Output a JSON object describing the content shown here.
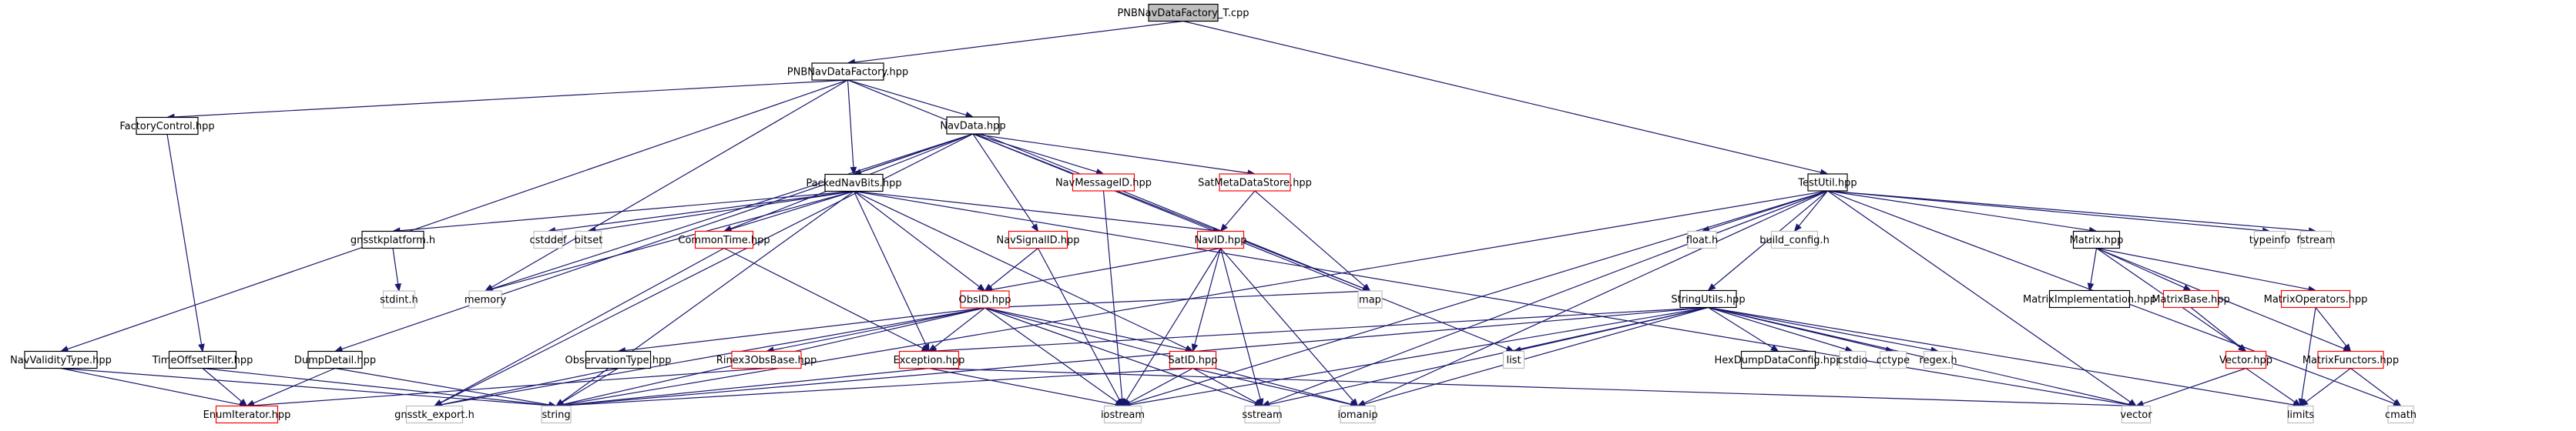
{
  "diagram": {
    "colors": {
      "edge": "#191970",
      "linked": "#000000",
      "red": "#ff0000",
      "system": "#bfbfbf",
      "root_fill": "#bfbfbf",
      "text": "#000000",
      "system_text": "#000000"
    },
    "nodes": [
      {
        "id": "root",
        "label": "PNBNavDataFactory_T.cpp",
        "style": "root"
      },
      {
        "id": "pnbf",
        "label": "PNBNavDataFactory.hpp",
        "style": "linked"
      },
      {
        "id": "testutil",
        "label": "TestUtil.hpp",
        "style": "linked"
      },
      {
        "id": "factctl",
        "label": "FactoryControl.hpp",
        "style": "linked"
      },
      {
        "id": "navdata",
        "label": "NavData.hpp",
        "style": "linked"
      },
      {
        "id": "packed",
        "label": "PackedNavBits.hpp",
        "style": "linked"
      },
      {
        "id": "navmsgid",
        "label": "NavMessageID.hpp",
        "style": "red"
      },
      {
        "id": "satmeta",
        "label": "SatMetaDataStore.hpp",
        "style": "red"
      },
      {
        "id": "gnssplat",
        "label": "gnsstkplatform.h",
        "style": "linked"
      },
      {
        "id": "cstddef",
        "label": "cstddef",
        "style": "system"
      },
      {
        "id": "bitset",
        "label": "bitset",
        "style": "system"
      },
      {
        "id": "commontime",
        "label": "CommonTime.hpp",
        "style": "red"
      },
      {
        "id": "navsignalid",
        "label": "NavSignalID.hpp",
        "style": "red"
      },
      {
        "id": "navid",
        "label": "NavID.hpp",
        "style": "red"
      },
      {
        "id": "stdint",
        "label": "stdint.h",
        "style": "system"
      },
      {
        "id": "memory",
        "label": "memory",
        "style": "system"
      },
      {
        "id": "obsid",
        "label": "ObsID.hpp",
        "style": "red"
      },
      {
        "id": "map",
        "label": "map",
        "style": "system"
      },
      {
        "id": "navvalidity",
        "label": "NavValidityType.hpp",
        "style": "linked"
      },
      {
        "id": "timeoffset",
        "label": "TimeOffsetFilter.hpp",
        "style": "linked"
      },
      {
        "id": "dumpdetail",
        "label": "DumpDetail.hpp",
        "style": "linked"
      },
      {
        "id": "obstype",
        "label": "ObservationType.hpp",
        "style": "linked"
      },
      {
        "id": "rinex",
        "label": "Rinex3ObsBase.hpp",
        "style": "red"
      },
      {
        "id": "exception",
        "label": "Exception.hpp",
        "style": "red"
      },
      {
        "id": "satid",
        "label": "SatID.hpp",
        "style": "red"
      },
      {
        "id": "enumit",
        "label": "EnumIterator.hpp",
        "style": "red"
      },
      {
        "id": "gnsstkexport",
        "label": "gnsstk_export.h",
        "style": "system"
      },
      {
        "id": "string",
        "label": "string",
        "style": "system"
      },
      {
        "id": "iostream",
        "label": "iostream",
        "style": "system"
      },
      {
        "id": "sstream",
        "label": "sstream",
        "style": "system"
      },
      {
        "id": "iomanip",
        "label": "iomanip",
        "style": "system"
      },
      {
        "id": "floath",
        "label": "float.h",
        "style": "system"
      },
      {
        "id": "buildcfg",
        "label": "build_config.h",
        "style": "system"
      },
      {
        "id": "matrix",
        "label": "Matrix.hpp",
        "style": "linked"
      },
      {
        "id": "typeinfo",
        "label": "typeinfo",
        "style": "system"
      },
      {
        "id": "fstream",
        "label": "fstream",
        "style": "system"
      },
      {
        "id": "strutils",
        "label": "StringUtils.hpp",
        "style": "linked"
      },
      {
        "id": "list",
        "label": "list",
        "style": "system"
      },
      {
        "id": "hexdump",
        "label": "HexDumpDataConfig.hpp",
        "style": "linked"
      },
      {
        "id": "cstdio",
        "label": "cstdio",
        "style": "system"
      },
      {
        "id": "cctype",
        "label": "cctype",
        "style": "system"
      },
      {
        "id": "regex",
        "label": "regex.h",
        "style": "system"
      },
      {
        "id": "matriximpl",
        "label": "MatrixImplementation.hpp",
        "style": "linked"
      },
      {
        "id": "matrixbase",
        "label": "MatrixBase.hpp",
        "style": "red"
      },
      {
        "id": "matrixops",
        "label": "MatrixOperators.hpp",
        "style": "red"
      },
      {
        "id": "vectorhpp",
        "label": "Vector.hpp",
        "style": "red"
      },
      {
        "id": "matrixfunc",
        "label": "MatrixFunctors.hpp",
        "style": "red"
      },
      {
        "id": "vector",
        "label": "vector",
        "style": "system"
      },
      {
        "id": "limits",
        "label": "limits",
        "style": "system"
      },
      {
        "id": "cmath",
        "label": "cmath",
        "style": "system"
      }
    ],
    "edges": [
      [
        "root",
        "pnbf"
      ],
      [
        "root",
        "testutil"
      ],
      [
        "pnbf",
        "factctl"
      ],
      [
        "pnbf",
        "navdata"
      ],
      [
        "pnbf",
        "packed"
      ],
      [
        "pnbf",
        "navvalidity"
      ],
      [
        "pnbf",
        "memory"
      ],
      [
        "pnbf",
        "map"
      ],
      [
        "factctl",
        "timeoffset"
      ],
      [
        "navdata",
        "packed"
      ],
      [
        "navdata",
        "navmsgid"
      ],
      [
        "navdata",
        "satmeta"
      ],
      [
        "navdata",
        "navsignalid"
      ],
      [
        "navdata",
        "commontime"
      ],
      [
        "navdata",
        "memory"
      ],
      [
        "navdata",
        "dumpdetail"
      ],
      [
        "navdata",
        "gnsstkexport"
      ],
      [
        "navdata",
        "map"
      ],
      [
        "navdata",
        "list"
      ],
      [
        "packed",
        "gnssplat"
      ],
      [
        "packed",
        "cstddef"
      ],
      [
        "packed",
        "bitset"
      ],
      [
        "packed",
        "commontime"
      ],
      [
        "packed",
        "memory"
      ],
      [
        "packed",
        "obsid"
      ],
      [
        "packed",
        "navid"
      ],
      [
        "packed",
        "satid"
      ],
      [
        "packed",
        "exception"
      ],
      [
        "packed",
        "string"
      ],
      [
        "packed",
        "vector"
      ],
      [
        "navmsgid",
        "iostream"
      ],
      [
        "satmeta",
        "navid"
      ],
      [
        "satmeta",
        "map"
      ],
      [
        "gnssplat",
        "stdint"
      ],
      [
        "commontime",
        "exception"
      ],
      [
        "commontime",
        "gnsstkexport"
      ],
      [
        "navsignalid",
        "obsid"
      ],
      [
        "navsignalid",
        "iostream"
      ],
      [
        "navid",
        "obsid"
      ],
      [
        "navid",
        "satid"
      ],
      [
        "navid",
        "iostream"
      ],
      [
        "navid",
        "sstream"
      ],
      [
        "navid",
        "iomanip"
      ],
      [
        "obsid",
        "obstype"
      ],
      [
        "obsid",
        "rinex"
      ],
      [
        "obsid",
        "exception"
      ],
      [
        "obsid",
        "satid"
      ],
      [
        "obsid",
        "map"
      ],
      [
        "obsid",
        "iostream"
      ],
      [
        "obsid",
        "iomanip"
      ],
      [
        "obsid",
        "sstream"
      ],
      [
        "obsid",
        "string"
      ],
      [
        "obsid",
        "gnsstkexport"
      ],
      [
        "navvalidity",
        "enumit"
      ],
      [
        "navvalidity",
        "string"
      ],
      [
        "timeoffset",
        "enumit"
      ],
      [
        "timeoffset",
        "string"
      ],
      [
        "dumpdetail",
        "enumit"
      ],
      [
        "dumpdetail",
        "string"
      ],
      [
        "obstype",
        "string"
      ],
      [
        "obstype",
        "gnsstkexport"
      ],
      [
        "rinex",
        "enumit"
      ],
      [
        "exception",
        "iostream"
      ],
      [
        "exception",
        "string"
      ],
      [
        "exception",
        "vector"
      ],
      [
        "satid",
        "iostream"
      ],
      [
        "satid",
        "sstream"
      ],
      [
        "satid",
        "iomanip"
      ],
      [
        "satid",
        "string"
      ],
      [
        "testutil",
        "floath"
      ],
      [
        "testutil",
        "buildcfg"
      ],
      [
        "testutil",
        "strutils"
      ],
      [
        "testutil",
        "matrix"
      ],
      [
        "testutil",
        "typeinfo"
      ],
      [
        "testutil",
        "fstream"
      ],
      [
        "testutil",
        "cmath"
      ],
      [
        "testutil",
        "string"
      ],
      [
        "testutil",
        "iostream"
      ],
      [
        "testutil",
        "iomanip"
      ],
      [
        "testutil",
        "vector"
      ],
      [
        "testutil",
        "sstream"
      ],
      [
        "strutils",
        "exception"
      ],
      [
        "strutils",
        "list"
      ],
      [
        "strutils",
        "hexdump"
      ],
      [
        "strutils",
        "cstdio"
      ],
      [
        "strutils",
        "cctype"
      ],
      [
        "strutils",
        "regex"
      ],
      [
        "strutils",
        "limits"
      ],
      [
        "strutils",
        "vector"
      ],
      [
        "strutils",
        "string"
      ],
      [
        "strutils",
        "iostream"
      ],
      [
        "strutils",
        "sstream"
      ],
      [
        "strutils",
        "iomanip"
      ],
      [
        "matrix",
        "matriximpl"
      ],
      [
        "matrix",
        "matrixbase"
      ],
      [
        "matrix",
        "matrixops"
      ],
      [
        "matrix",
        "vectorhpp"
      ],
      [
        "matrix",
        "matrixfunc"
      ],
      [
        "matrixbase",
        "vectorhpp"
      ],
      [
        "matrixops",
        "matrixfunc"
      ],
      [
        "matrixops",
        "limits"
      ],
      [
        "vectorhpp",
        "vector"
      ],
      [
        "vectorhpp",
        "limits"
      ],
      [
        "matrixfunc",
        "limits"
      ],
      [
        "matrixfunc",
        "cmath"
      ]
    ]
  }
}
